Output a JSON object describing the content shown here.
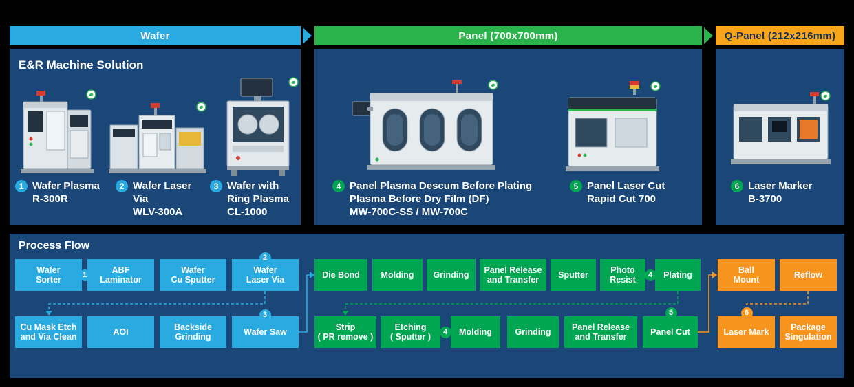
{
  "header": {
    "bars": [
      {
        "label": "Wafer",
        "color": "#29abe2"
      },
      {
        "label": "Panel (700x700mm)",
        "color": "#2bb34b"
      },
      {
        "label": "Q-Panel (212x216mm)",
        "color": "#f9a51b"
      }
    ]
  },
  "machines": {
    "title": "E&R Machine Solution",
    "items": [
      {
        "num": "1",
        "badge": "blue",
        "lines": [
          "Wafer Plasma",
          "R-300R"
        ]
      },
      {
        "num": "2",
        "badge": "blue",
        "lines": [
          "Wafer Laser",
          "Via",
          "WLV-300A"
        ]
      },
      {
        "num": "3",
        "badge": "blue",
        "lines": [
          "Wafer with",
          "Ring Plasma",
          "CL-1000"
        ]
      },
      {
        "num": "4",
        "badge": "green",
        "lines": [
          "Panel Plasma Descum Before Plating",
          "Plasma Before Dry Film (DF)",
          "MW-700C-SS / MW-700C"
        ]
      },
      {
        "num": "5",
        "badge": "green",
        "lines": [
          "Panel Laser Cut",
          "Rapid Cut 700"
        ]
      },
      {
        "num": "6",
        "badge": "green",
        "lines": [
          "Laser Marker",
          "B-3700"
        ]
      }
    ]
  },
  "flow": {
    "title": "Process Flow",
    "row1": {
      "wafer": [
        "Wafer\nSorter",
        "ABF\nLaminator",
        "Wafer\nCu Sputter",
        "Wafer\nLaser Via"
      ],
      "panel": [
        "Die Bond",
        "Molding",
        "Grinding",
        "Panel Release\nand Transfer",
        "Sputter",
        "Photo\nResist",
        "Plating"
      ],
      "qpanel": [
        "Ball\nMount",
        "Reflow"
      ]
    },
    "row2": {
      "wafer": [
        "Cu Mask Etch\nand Via Clean",
        "AOI",
        "Backside\nGrinding",
        "Wafer Saw"
      ],
      "panel": [
        "Strip\n( PR remove )",
        "Etching\n( Sputter )",
        "Molding",
        "Grinding",
        "Panel Release\nand Transfer",
        "Panel Cut"
      ],
      "qpanel": [
        "Laser Mark",
        "Package\nSingulation"
      ]
    },
    "badges": [
      {
        "num": "1",
        "color": "blue"
      },
      {
        "num": "2",
        "color": "blue"
      },
      {
        "num": "3",
        "color": "blue"
      },
      {
        "num": "4",
        "color": "green"
      },
      {
        "num": "4",
        "color": "green"
      },
      {
        "num": "5",
        "color": "green"
      },
      {
        "num": "6",
        "color": "orange"
      }
    ]
  },
  "colors": {
    "wafer_blue": "#29abe2",
    "panel_green": "#00a651",
    "qpanel_orange": "#f7941e",
    "section_navy": "#1a4678",
    "background": "#000000"
  }
}
